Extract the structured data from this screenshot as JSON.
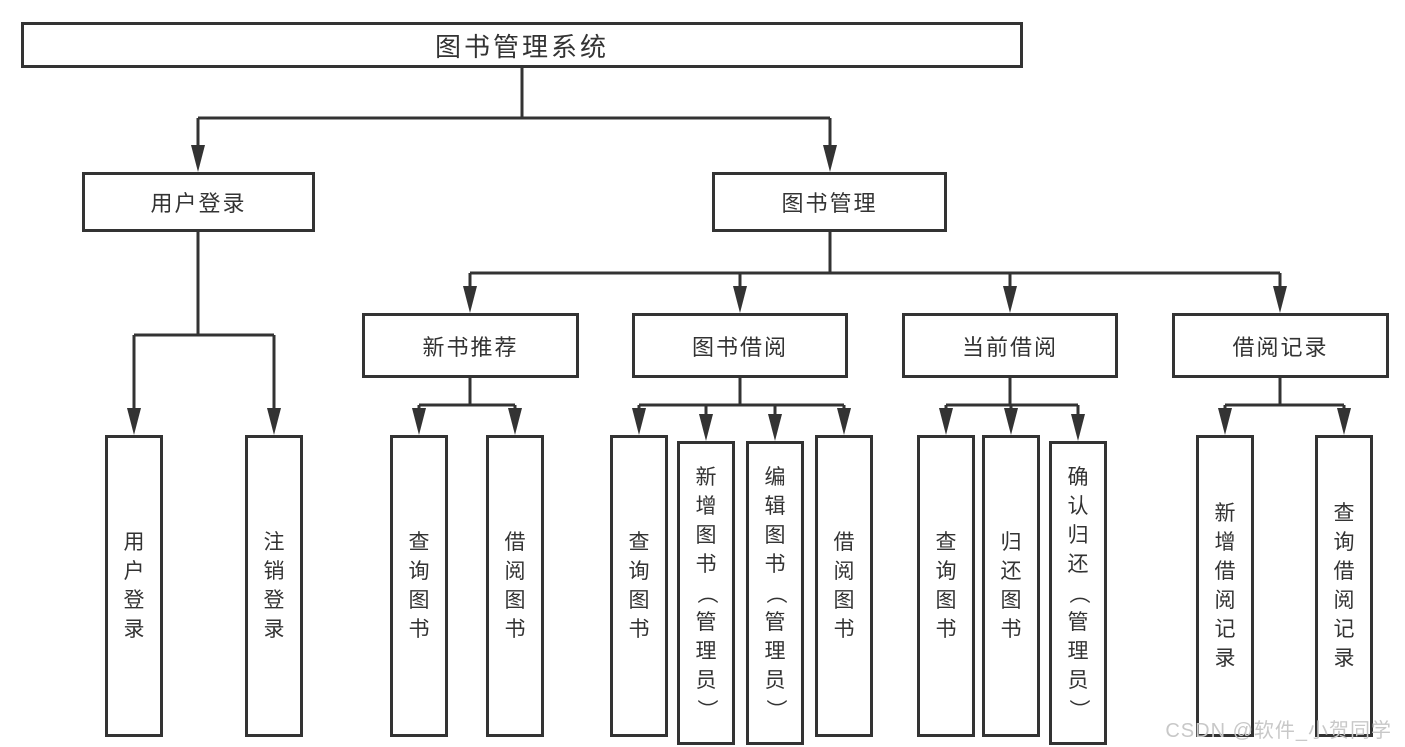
{
  "diagram": {
    "root": {
      "label": "图书管理系统"
    },
    "branches": [
      {
        "label": "用户登录",
        "children": [
          {
            "label": "用户登录"
          },
          {
            "label": "注销登录"
          }
        ]
      },
      {
        "label": "图书管理",
        "modules": [
          {
            "label": "新书推荐",
            "children": [
              {
                "label": "查询图书"
              },
              {
                "label": "借阅图书"
              }
            ]
          },
          {
            "label": "图书借阅",
            "children": [
              {
                "label": "查询图书"
              },
              {
                "label": "新增图书（管理员）"
              },
              {
                "label": "编辑图书（管理员）"
              },
              {
                "label": "借阅图书"
              }
            ]
          },
          {
            "label": "当前借阅",
            "children": [
              {
                "label": "查询图书"
              },
              {
                "label": "归还图书"
              },
              {
                "label": "确认归还（管理员）"
              }
            ]
          },
          {
            "label": "借阅记录",
            "children": [
              {
                "label": "新增借阅记录"
              },
              {
                "label": "查询借阅记录"
              }
            ]
          }
        ]
      }
    ]
  },
  "watermark": {
    "text": "CSDN @软件_小贺同学",
    "color": "#c8c8c8"
  },
  "colors": {
    "line": "#333333",
    "box_border": "#333333",
    "text": "#333333",
    "box_fill": "#ffffff",
    "background": "#ffffff"
  }
}
